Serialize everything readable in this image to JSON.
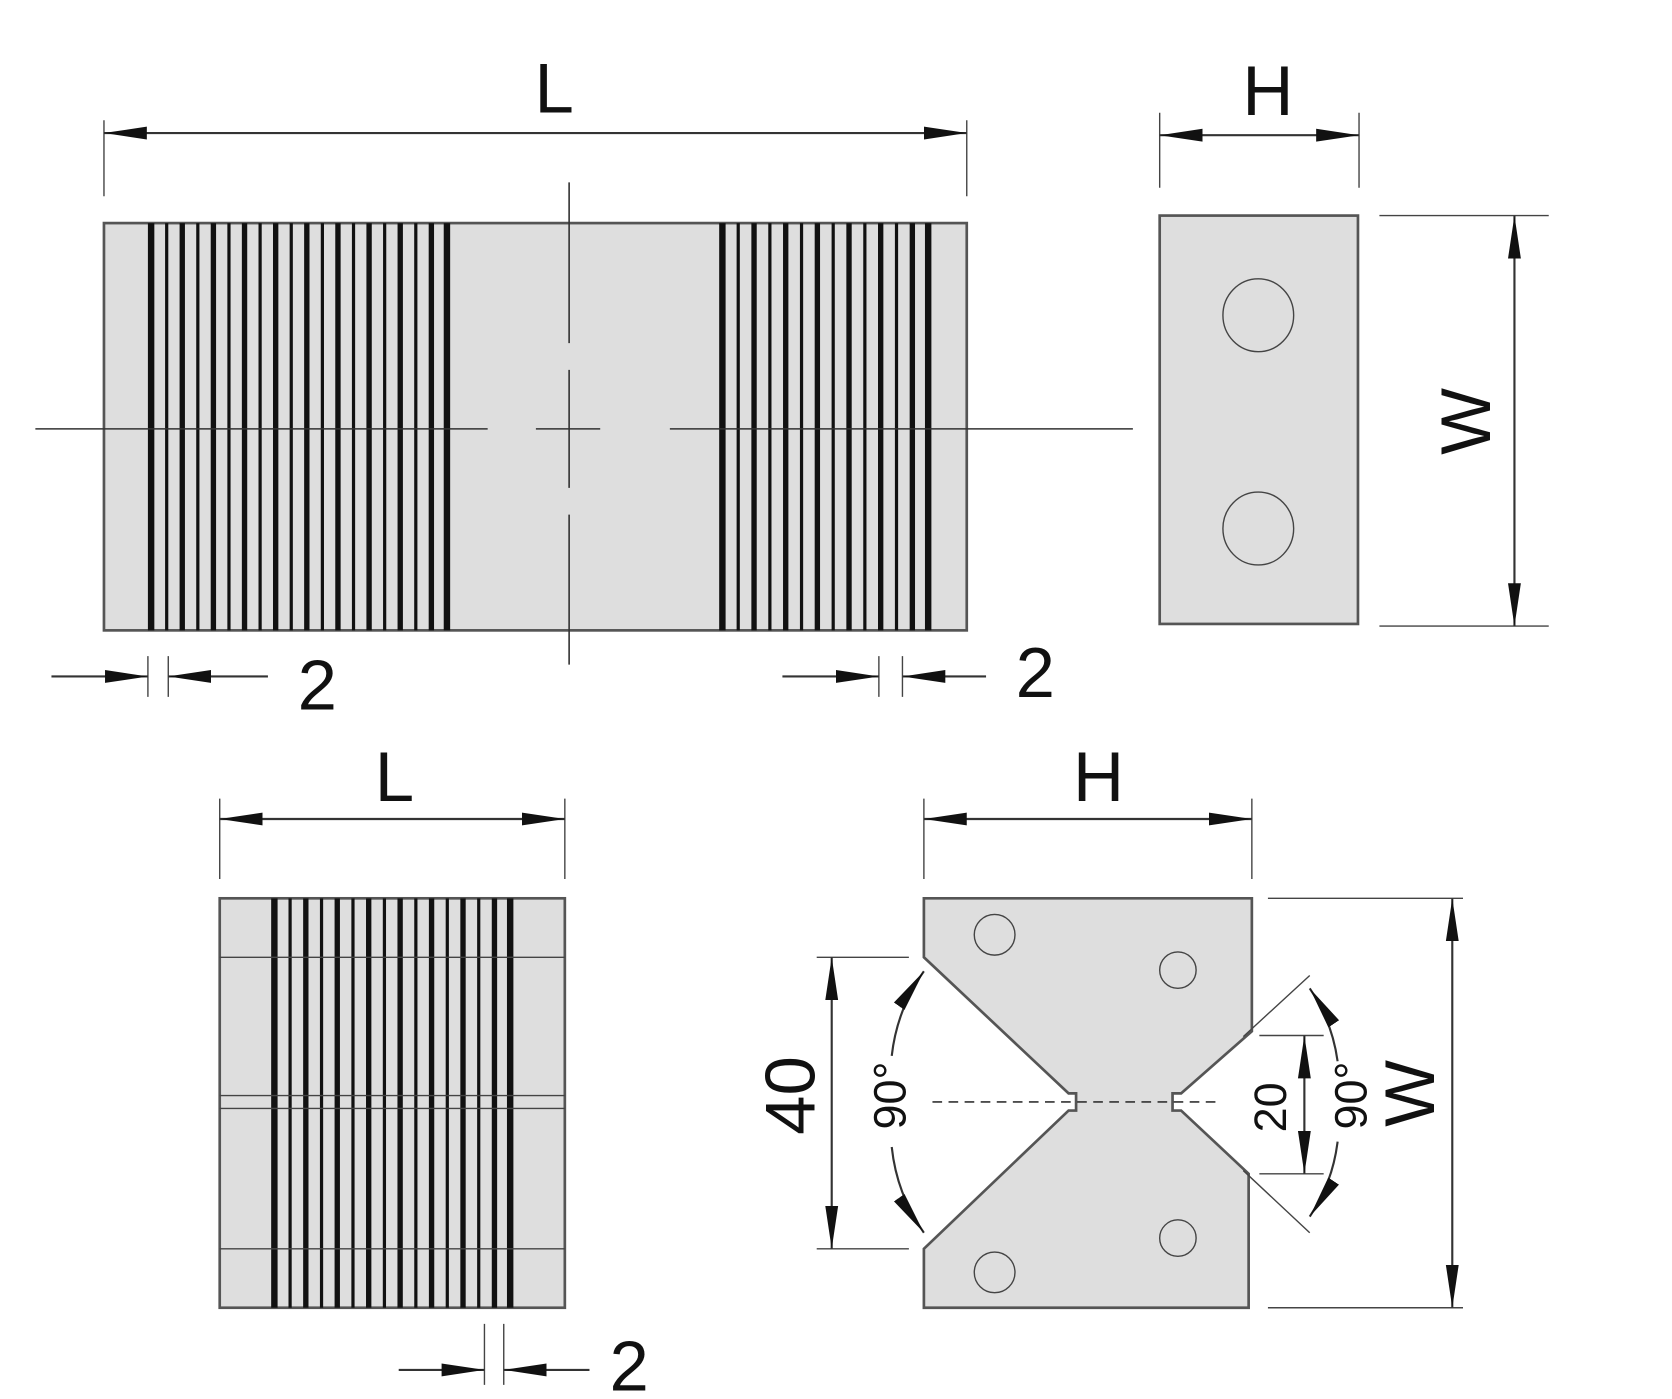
{
  "title": "V-block and parallel magnetic block dimension drawing",
  "colors": {
    "part_fill": "#dedede",
    "line": "#333333"
  },
  "views": {
    "top_front": {
      "length_label": "L",
      "pitch_left_label": "2",
      "pitch_right_label": "2"
    },
    "top_side": {
      "height_label": "H",
      "width_label": "W"
    },
    "bottom_front": {
      "length_label": "L",
      "pitch_label": "2"
    },
    "bottom_side": {
      "height_label": "H",
      "width_label": "W",
      "v_width_label": "40",
      "notch_label": "20",
      "angle_left_label": "90°",
      "angle_right_label": "90°"
    }
  }
}
